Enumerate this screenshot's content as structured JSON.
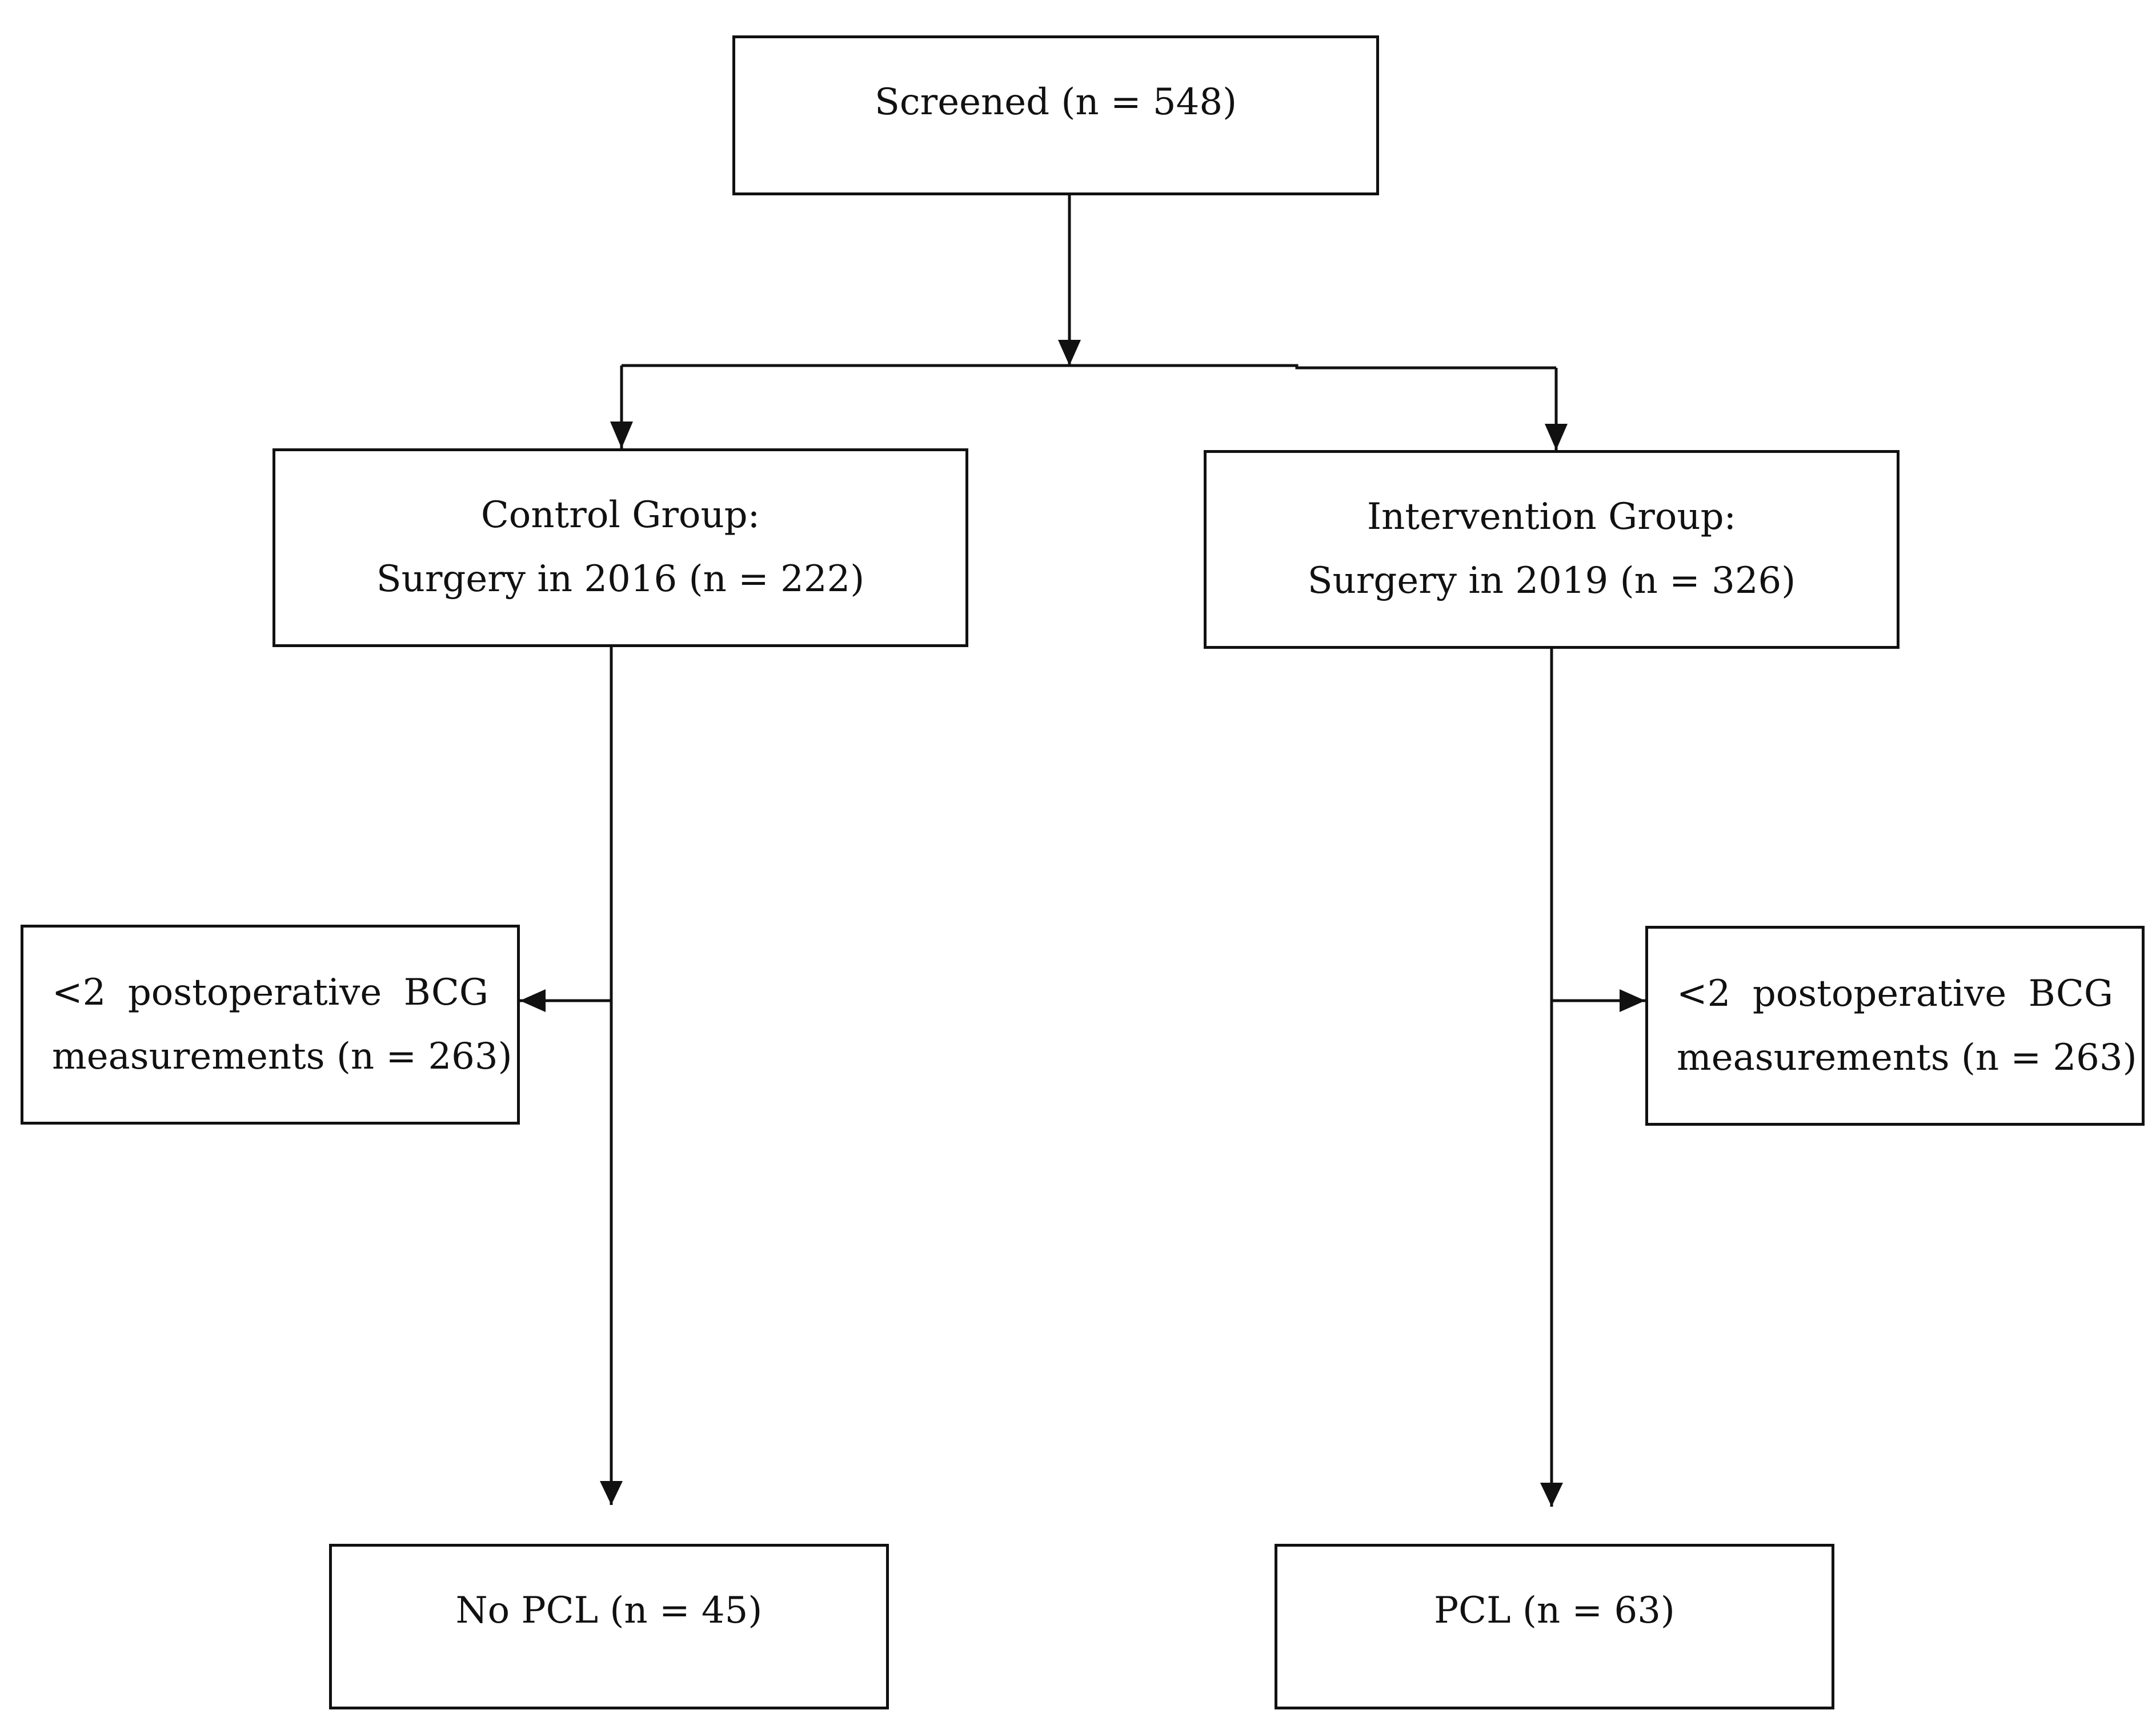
{
  "nodes": {
    "screened": {
      "text": "Screened (n = 548)"
    },
    "control": {
      "line1": "Control Group:",
      "line2": "Surgery in 2016 (n = 222)"
    },
    "intervention": {
      "line1": "Intervention Group:",
      "line2": "Surgery in 2019 (n = 326)"
    },
    "excluded_left": {
      "line1_words": [
        "<2",
        "postoperative",
        "BCG"
      ],
      "line2": "measurements (n = 263)"
    },
    "excluded_right": {
      "line1_words": [
        "<2",
        "postoperative",
        "BCG"
      ],
      "line2": "measurements (n = 263)"
    },
    "no_pcl": {
      "text": "No PCL (n = 45)"
    },
    "pcl": {
      "text": "PCL (n = 63)"
    }
  },
  "colors": {
    "stroke": "#111111",
    "fill": "#ffffff"
  }
}
